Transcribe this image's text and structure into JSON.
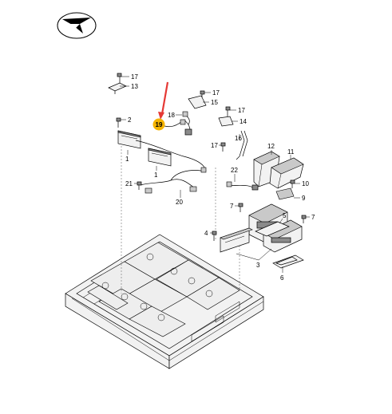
{
  "highlight": {
    "label": "19",
    "badge_color": "#f4b400",
    "arrow_color": "#e53935"
  },
  "parts": [
    {
      "id": "p17a",
      "label": "17"
    },
    {
      "id": "p13",
      "label": "13"
    },
    {
      "id": "p17b",
      "label": "17"
    },
    {
      "id": "p15",
      "label": "15"
    },
    {
      "id": "p18",
      "label": "18"
    },
    {
      "id": "p17c",
      "label": "17"
    },
    {
      "id": "p14",
      "label": "14"
    },
    {
      "id": "p2",
      "label": "2"
    },
    {
      "id": "p17d",
      "label": "17"
    },
    {
      "id": "p16",
      "label": "16"
    },
    {
      "id": "p12",
      "label": "12"
    },
    {
      "id": "p11",
      "label": "11"
    },
    {
      "id": "p1a",
      "label": "1"
    },
    {
      "id": "p1b",
      "label": "1"
    },
    {
      "id": "p22",
      "label": "22"
    },
    {
      "id": "p21",
      "label": "21"
    },
    {
      "id": "p20",
      "label": "20"
    },
    {
      "id": "p10",
      "label": "10"
    },
    {
      "id": "p9",
      "label": "9"
    },
    {
      "id": "p7a",
      "label": "7"
    },
    {
      "id": "p7b",
      "label": "7"
    },
    {
      "id": "p5",
      "label": "5"
    },
    {
      "id": "p4",
      "label": "4"
    },
    {
      "id": "p3",
      "label": "3"
    },
    {
      "id": "p6",
      "label": "6"
    }
  ]
}
